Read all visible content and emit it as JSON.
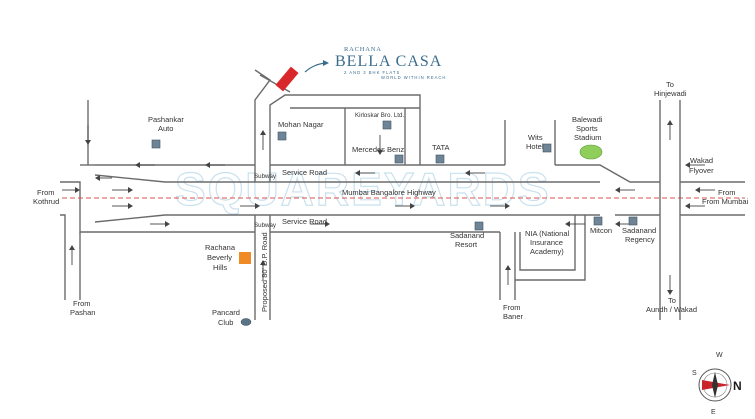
{
  "brand": {
    "prefix": "RACHANA",
    "name": "BELLA CASA",
    "sub1": "2 AND 3 BHK FLATS",
    "sub2": "WORLD WITHIN REACH",
    "accent": "#3a6d8c"
  },
  "watermark": "SQUAREYARDS",
  "colors": {
    "road": "#6b6b6b",
    "highway_dashed": "#d9534f",
    "building": "#6f8596",
    "project_marker": "#d9262b",
    "beverly_marker": "#f08a24",
    "stadium": "#8fce5a",
    "pancard": "#5b7386"
  },
  "labels": {
    "from_kothrud_1": "From",
    "from_kothrud_2": "Kothrud",
    "from_pashan_1": "From",
    "from_pashan_2": "Pashan",
    "from_baner_1": "From",
    "from_baner_2": "Baner",
    "from_mumbai_1": "From",
    "from_mumbai_2": "From Mumbai",
    "to_hinjewadi_1": "To",
    "to_hinjewadi_2": "Hinjewadi",
    "to_aundh_1": "To",
    "to_aundh_2": "Aundh / Wakad",
    "wakad_1": "Wakad",
    "wakad_2": "Flyover",
    "highway": "Mumbai Bangalore Highway",
    "service_road_top": "Service Road",
    "service_road_bottom": "Service Road",
    "subway_top": "Subway",
    "subway_bottom": "Subway",
    "dp_road": "Proposed 80' D.P. Road",
    "pashankar_1": "Pashankar",
    "pashankar_2": "Auto",
    "mohan_nagar": "Mohan Nagar",
    "kirloskar": "Kirloskar Bro. Ltd.",
    "mercedes": "Mercedes Benz",
    "tata": "TATA",
    "wits_1": "Wits",
    "wits_2": "Hotel",
    "balewadi_1": "Balewadi",
    "balewadi_2": "Sports",
    "balewadi_3": "Stadium",
    "rachana_bev_1": "Rachana",
    "rachana_bev_2": "Beverly",
    "rachana_bev_3": "Hills",
    "pancard_1": "Pancard",
    "pancard_2": "Club",
    "sadanand_resort_1": "Sadanand",
    "sadanand_resort_2": "Resort",
    "nia_1": "NIA (National",
    "nia_2": "Insurance",
    "nia_3": "Academy)",
    "mitcon": "Mitcon",
    "sadanand_regency_1": "Sadanand",
    "sadanand_regency_2": "Regency"
  },
  "compass": {
    "n": "N",
    "s": "S",
    "e": "E",
    "w": "W"
  }
}
